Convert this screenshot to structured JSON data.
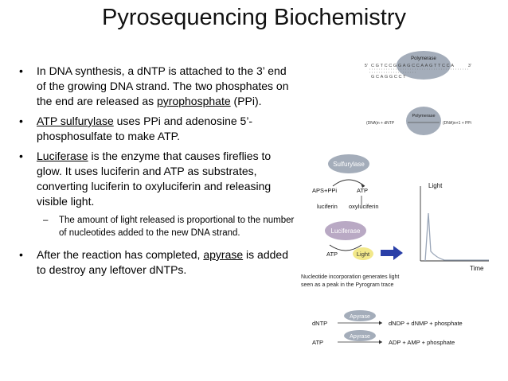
{
  "slide": {
    "title": "Pyrosequencing Biochemistry",
    "bullets": [
      {
        "parts": [
          "In DNA synthesis, a dNTP is attached to the 3’ end of the growing DNA strand.  The two phosphates on the end are released as ",
          "pyrophosphate",
          " (PPi)."
        ]
      },
      {
        "parts": [
          "",
          "ATP sulfurylase",
          " uses PPi and adenosine 5’-phosphosulfate  to make ATP."
        ]
      },
      {
        "parts": [
          "",
          "Luciferase",
          " is the enzyme that causes fireflies to glow.  It uses luciferin and ATP as substrates, converting luciferin to oxyluciferin and releasing visible light."
        ]
      },
      {
        "parts": [
          "After the reaction has completed, ",
          "apyrase",
          " is added to destroy any leftover dNTPs."
        ]
      }
    ],
    "sub_bullet": "The amount of light released is proportional to the number of nucleotides added to the new DNA strand.",
    "bullet_symbol": "•",
    "sub_symbol": "–"
  },
  "figure_polymerase": {
    "enzyme": "Polymerase",
    "template_seq": "CGTCCGGAGCCAAGTTCCA",
    "primer_seq": "GCAGGCCT",
    "five_prime": "5'",
    "three_prime": "3'",
    "reaction_left": "(DNA)n + dNTP",
    "reaction_right": "(DNA)n+1 + PPi"
  },
  "figure_light": {
    "sulfurylase": "Sulfurylase",
    "aps_ppi": "APS+PPi",
    "atp_top": "ATP",
    "luciferin": "luciferin",
    "oxyluciferin": "oxyluciferin",
    "luciferase": "Luciferase",
    "atp_bottom": "ATP",
    "light_product": "Light",
    "axis_y": "Light",
    "axis_x": "Time",
    "caption_line1": "Nucleotide incorporation generates light",
    "caption_line2": "seen as a peak in the Pyrogram trace"
  },
  "figure_apyrase": {
    "enzyme_label": "Apyrase",
    "r1_left": "dNTP",
    "r1_right": "dNDP + dNMP + phosphate",
    "r2_left": "ATP",
    "r2_right": "ADP + AMP + phosphate"
  },
  "colors": {
    "enzyme_fill": "#a4adba",
    "enzyme_dark": "#7b8594",
    "luciferase_fill": "#b9a9c4",
    "light_blob": "#f2e88a",
    "arrow_blue": "#2a3fa8",
    "peak": "#9aa6b8"
  }
}
